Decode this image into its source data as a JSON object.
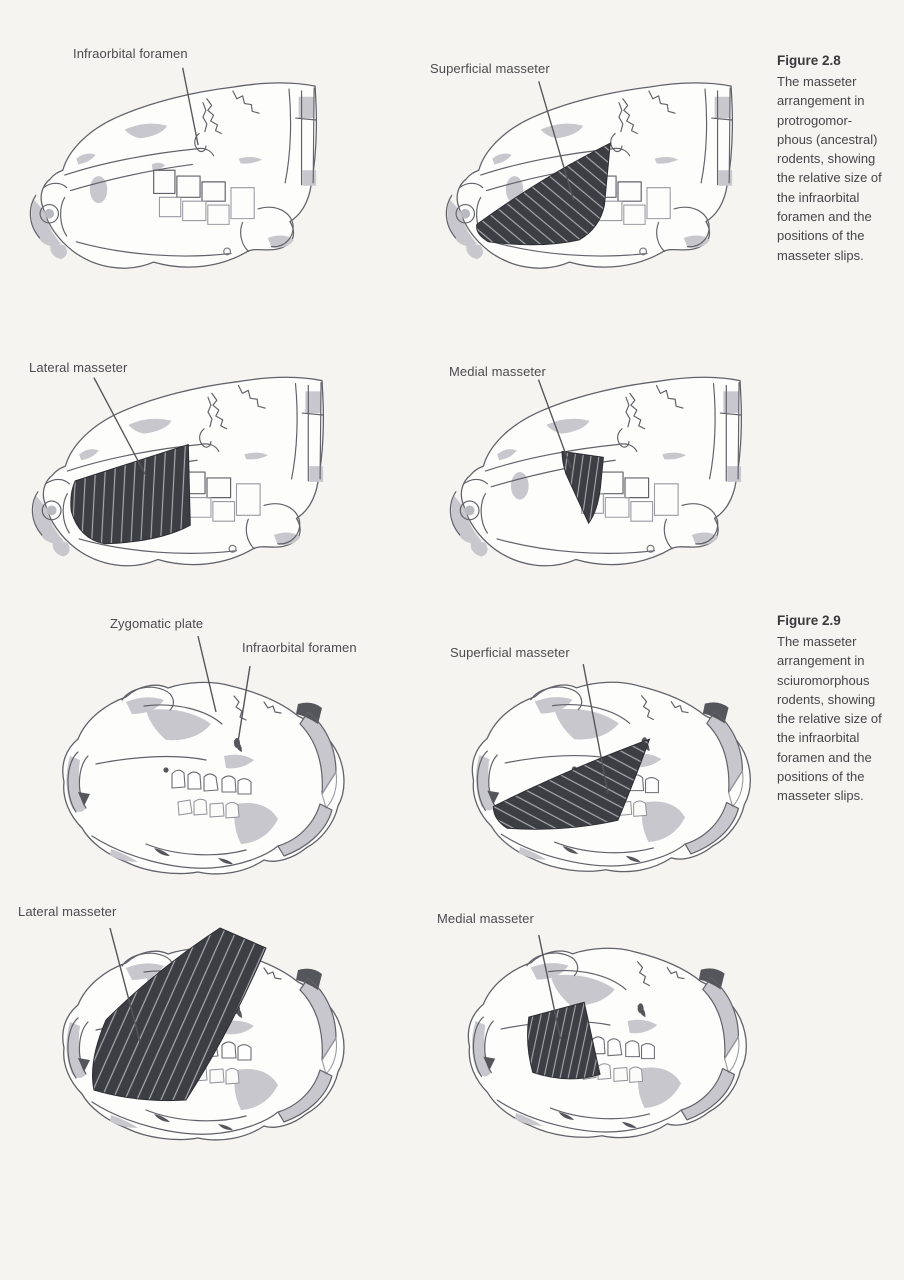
{
  "page": {
    "background_color": "#f5f4f1",
    "muscle_color": "#3d3d44",
    "muscle_stripe_color": "#a8a8b0",
    "line_art_color": "#616169",
    "label_text_color": "#4b4b4f"
  },
  "figure_2_8": {
    "title": "Figure 2.8",
    "caption": "The masseter\narrangement in\nprotrogomor-\nphous (ancestral)\nrodents, showing\nthe relative size of\nthe infraorbital\nforamen and the\npositions of the\nmasseter slips.",
    "panels": {
      "skull_plain": {
        "label_infraorbital_foramen": "Infraorbital foramen"
      },
      "skull_superficial": {
        "label": "Superficial masseter"
      },
      "skull_lateral": {
        "label": "Lateral masseter"
      },
      "skull_medial": {
        "label": "Medial masseter"
      }
    }
  },
  "figure_2_9": {
    "title": "Figure 2.9",
    "caption": "The masseter\narrangement in\nsciuromorphous\nrodents, showing\nthe relative size of\nthe infraorbital\nforamen and the\npositions of the\nmasseter slips.",
    "panels": {
      "skull_plain": {
        "label_zygomatic_plate": "Zygomatic plate",
        "label_infraorbital_foramen": "Infraorbital foramen"
      },
      "skull_superficial": {
        "label": "Superficial masseter"
      },
      "skull_lateral": {
        "label": "Lateral masseter"
      },
      "skull_medial": {
        "label": "Medial masseter"
      }
    }
  }
}
